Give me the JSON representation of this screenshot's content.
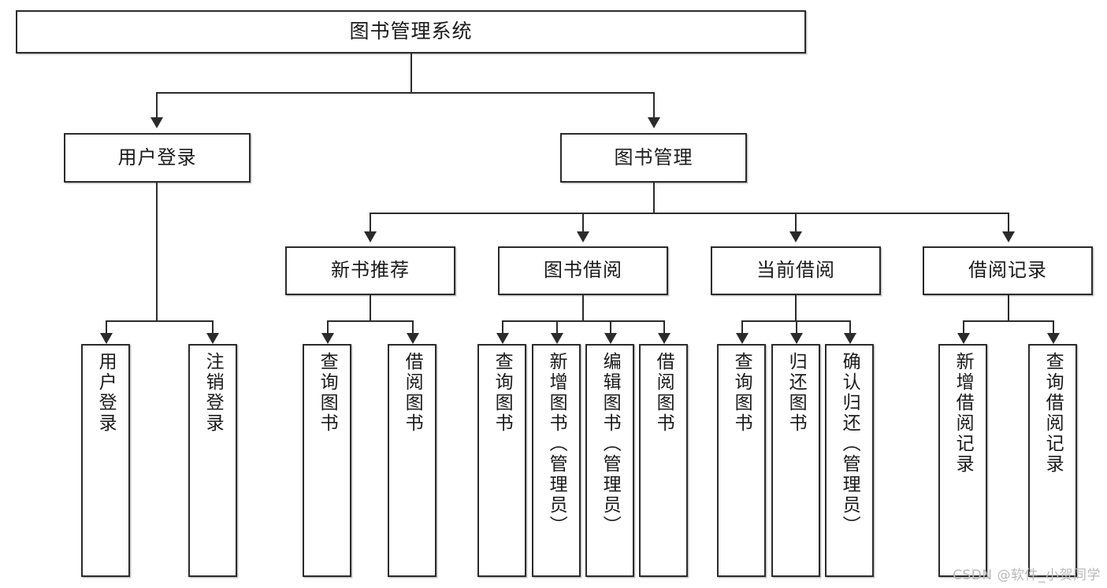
{
  "diagram": {
    "title": "图书管理系统",
    "watermark": "CSDN @软件_小贺同学",
    "level2": {
      "user_login": "用户登录",
      "book_manage": "图书管理"
    },
    "level3": {
      "new_book_rec": "新书推荐",
      "book_borrow": "图书借阅",
      "current_borrow": "当前借阅",
      "borrow_record": "借阅记录"
    },
    "leaves": {
      "user_login_do": "用户登录",
      "user_logout": "注销登录",
      "rec_query_book": "查询图书",
      "rec_borrow_book": "借阅图书",
      "borrow_query_book": "查询图书",
      "borrow_add_book": "新增图书（管理员）",
      "borrow_edit_book": "编辑图书（管理员）",
      "borrow_borrow_book": "借阅图书",
      "cur_query_book": "查询图书",
      "cur_return_book": "归还图书",
      "cur_confirm_return": "确认归还（管理员）",
      "rec_add_record": "新增借阅记录",
      "rec_query_record": "查询借阅记录"
    },
    "colors": {
      "stroke": "#2b2b2b",
      "fill": "#ffffff",
      "text": "#1a1a1a",
      "watermark": "#b9b9b9"
    }
  }
}
